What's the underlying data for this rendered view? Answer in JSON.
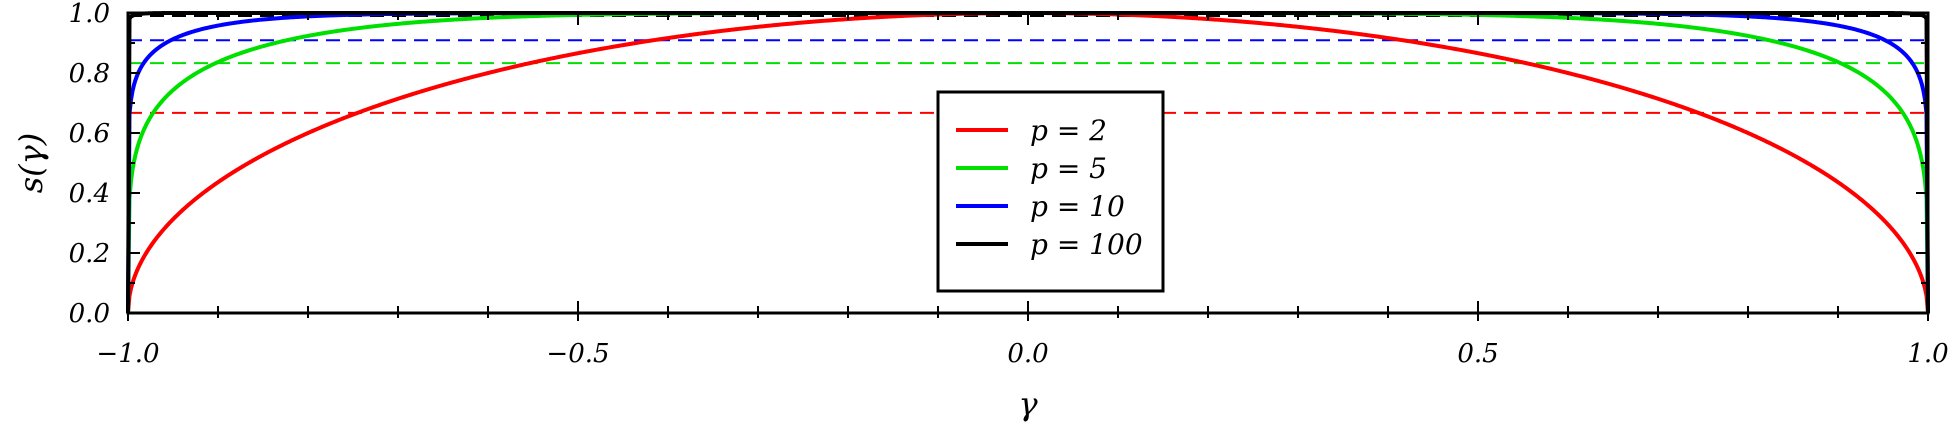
{
  "chart_data": {
    "type": "line",
    "xlabel": "γ",
    "ylabel": "s(γ)",
    "xlim": [
      -1.0,
      1.0
    ],
    "ylim": [
      0.0,
      1.0
    ],
    "x_ticks": [
      {
        "value": -1.0,
        "label": "−1.0"
      },
      {
        "value": -0.5,
        "label": "−0.5"
      },
      {
        "value": 0.0,
        "label": "0.0"
      },
      {
        "value": 0.5,
        "label": "0.5"
      },
      {
        "value": 1.0,
        "label": "1.0"
      }
    ],
    "y_ticks": [
      {
        "value": 0.0,
        "label": "0.0"
      },
      {
        "value": 0.2,
        "label": "0.2"
      },
      {
        "value": 0.4,
        "label": "0.4"
      },
      {
        "value": 0.6,
        "label": "0.6"
      },
      {
        "value": 0.8,
        "label": "0.8"
      },
      {
        "value": 1.0,
        "label": "1.0"
      }
    ],
    "grid": false,
    "legend_position": "center",
    "series": [
      {
        "name": "p = 2",
        "p": 2,
        "color": "#ff0000",
        "dashed_level": 0.667
      },
      {
        "name": "p = 5",
        "p": 5,
        "color": "#00e000",
        "dashed_level": 0.833
      },
      {
        "name": "p = 10",
        "p": 10,
        "color": "#0000ff",
        "dashed_level": 0.909
      },
      {
        "name": "p = 100",
        "p": 100,
        "color": "#000000",
        "dashed_level": 0.99
      }
    ]
  }
}
